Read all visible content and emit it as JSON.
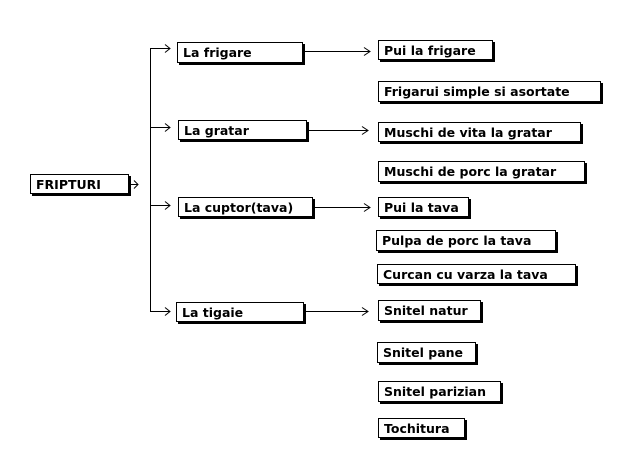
{
  "root": {
    "label": "FRIPTURI"
  },
  "branches": [
    {
      "label": "La frigare",
      "items": [
        "Pui la frigare",
        "Frigarui simple si asortate"
      ]
    },
    {
      "label": "La gratar",
      "items": [
        "Muschi de vita la gratar",
        "Muschi de porc la gratar"
      ]
    },
    {
      "label": "La cuptor(tava)",
      "items": [
        "Pui la tava",
        "Pulpa de porc la tava",
        "Curcan cu varza la tava"
      ]
    },
    {
      "label": "La tigaie",
      "items": [
        "Snitel natur",
        "Snitel pane",
        "Snitel parizian",
        "Tochitura"
      ]
    }
  ],
  "colors": {
    "line": "#000000",
    "box_border": "#000000",
    "background": "#ffffff"
  }
}
